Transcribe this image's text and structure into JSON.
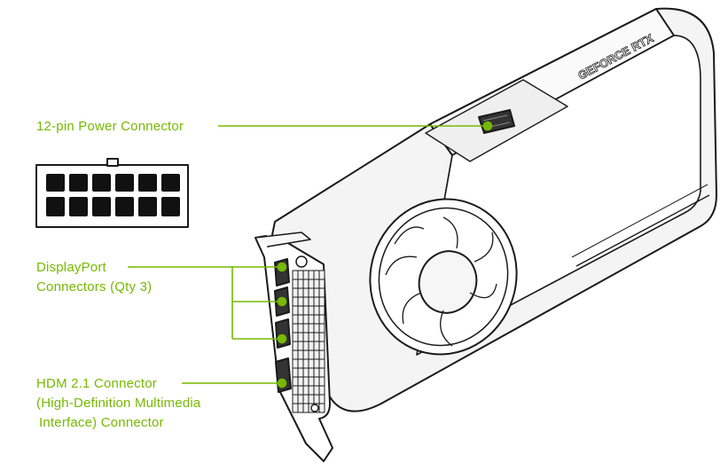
{
  "brand": "GEFORCE RTX",
  "colors": {
    "accent": "#76b900",
    "outline": "#1a1a1a",
    "background": "#ffffff"
  },
  "labels": {
    "power_connector": "12-pin Power Connector",
    "displayport_line1": "DisplayPort",
    "displayport_line2": "Connectors (Qty 3)",
    "hdmi_line1": "HDM 2.1 Connector",
    "hdmi_line2": "(High-Definition Multimedia",
    "hdmi_line3": "Interface) Connector"
  }
}
